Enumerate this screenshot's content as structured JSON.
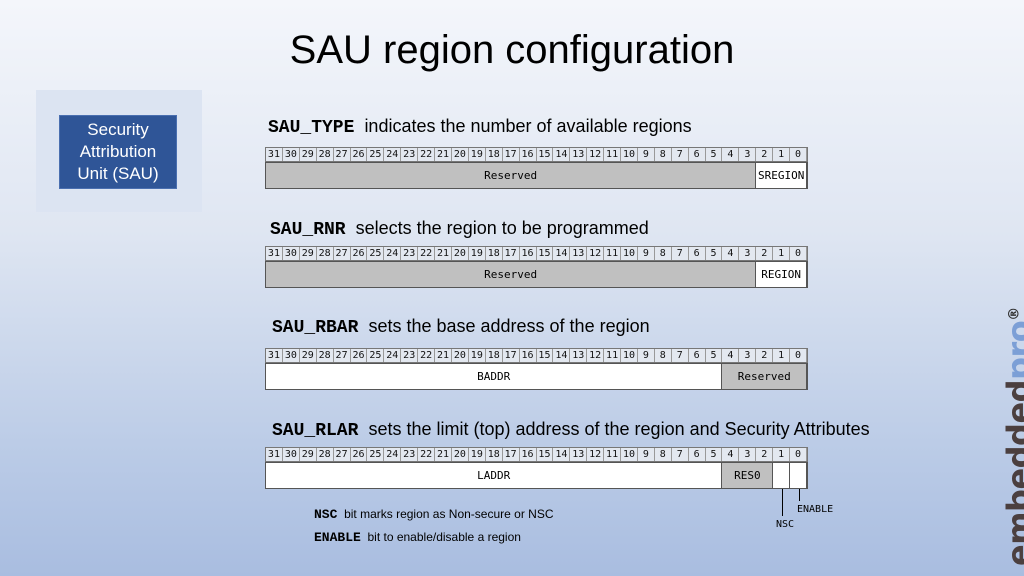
{
  "title": "SAU region configuration",
  "sau_box": {
    "line1": "Security",
    "line2": "Attribution",
    "line3": "Unit (SAU)"
  },
  "registers": [
    {
      "name": "SAU_TYPE",
      "description": "indicates the number of available regions",
      "fields": [
        {
          "label": "Reserved",
          "hi": 31,
          "lo": 3,
          "shade": "gray"
        },
        {
          "label": "SREGION",
          "hi": 2,
          "lo": 0,
          "shade": "white"
        }
      ]
    },
    {
      "name": "SAU_RNR",
      "description": "selects the region to be programmed",
      "fields": [
        {
          "label": "Reserved",
          "hi": 31,
          "lo": 3,
          "shade": "gray"
        },
        {
          "label": "REGION",
          "hi": 2,
          "lo": 0,
          "shade": "white"
        }
      ]
    },
    {
      "name": "SAU_RBAR",
      "description": "sets the base address of the region",
      "fields": [
        {
          "label": "BADDR",
          "hi": 31,
          "lo": 5,
          "shade": "white"
        },
        {
          "label": "Reserved",
          "hi": 4,
          "lo": 0,
          "shade": "gray"
        }
      ]
    },
    {
      "name": "SAU_RLAR",
      "description": "sets the limit (top) address of the region and Security Attributes",
      "fields": [
        {
          "label": "LADDR",
          "hi": 31,
          "lo": 5,
          "shade": "white"
        },
        {
          "label": "RES0",
          "hi": 4,
          "lo": 2,
          "shade": "gray"
        },
        {
          "label": "",
          "hi": 1,
          "lo": 1,
          "shade": "white"
        },
        {
          "label": "",
          "hi": 0,
          "lo": 0,
          "shade": "white"
        }
      ]
    }
  ],
  "pointers": {
    "nsc": "NSC",
    "enable": "ENABLE"
  },
  "notes": [
    {
      "term": "NSC",
      "text": "bit marks region as Non-secure or NSC"
    },
    {
      "term": "ENABLE",
      "text": "bit to enable/disable a region"
    }
  ],
  "logo": {
    "part1": "embedded",
    "part2": "pro",
    "mark": "®"
  }
}
